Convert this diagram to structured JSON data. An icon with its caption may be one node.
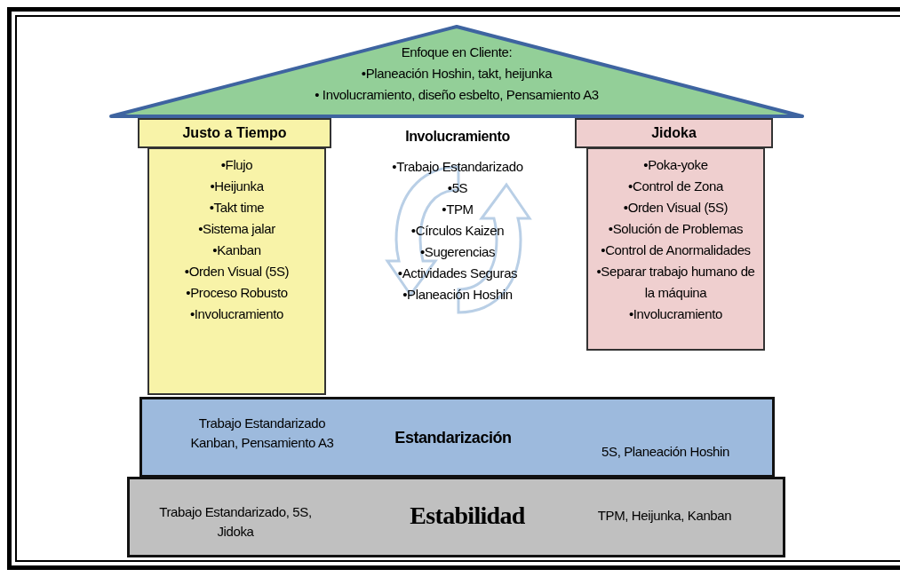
{
  "diagram": {
    "nodes": [
      {
        "text": [
          "Enfoque en Cliente:",
          "•Planeación Hoshin, takt, heijunka",
          "• Involucramiento, diseño esbelto, Pensamiento A3"
        ]
      },
      {
        "text": [
          "Justo a Tiempo"
        ]
      },
      {
        "text": [
          "•Flujo",
          "•Heijunka",
          "•Takt time",
          "•Sistema jalar",
          "•Kanban",
          "•Orden Visual (5S)",
          "•Proceso Robusto",
          "•Involucramiento"
        ]
      },
      {
        "text": [
          "Jidoka"
        ]
      },
      {
        "text": [
          "•Poka-yoke",
          "•Control de Zona",
          "•Orden Visual (5S)",
          "•Solución de Problemas",
          "•Control de Anormalidades",
          "•Separar trabajo humano de la máquina",
          "•Involucramiento"
        ]
      },
      {
        "text": [
          "Trabajo Estandarizado Kanban, Pensamiento A3",
          "Estandarización",
          "5S, Planeación Hoshin"
        ]
      },
      {
        "text": [
          "Trabajo Estandarizado, 5S, Jidoka",
          "Estabilidad",
          "TPM, Heijunka, Kanban"
        ]
      }
    ],
    "labels": [
      "Involucramiento",
      "•Trabajo Estandarizado",
      "•5S",
      "•TPM",
      "•Círculos Kaizen",
      "•Sugerencias",
      "•Actividades Seguras",
      "•Planeación Hoshin"
    ]
  }
}
